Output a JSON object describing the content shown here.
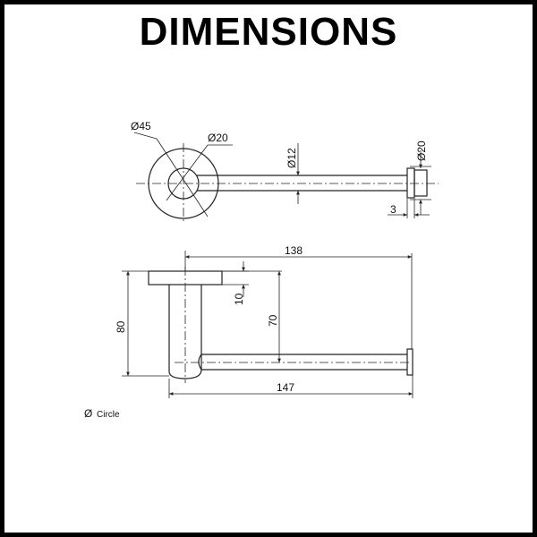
{
  "title": "DIMENSIONS",
  "top_view": {
    "dim_outer_dia": "Ø45",
    "dim_inner_dia": "Ø20",
    "dim_rod_dia": "Ø12",
    "dim_end_dia": "Ø20",
    "dim_end_thick": "3"
  },
  "side_view": {
    "dim_rod_length": "138",
    "dim_height": "80",
    "dim_plate": "10",
    "dim_rod_height": "70",
    "dim_total_length": "147"
  },
  "legend": {
    "symbol": "Ø",
    "text": "Circle"
  },
  "colors": {
    "line": "#222222",
    "border": "#000000",
    "background": "#ffffff"
  }
}
